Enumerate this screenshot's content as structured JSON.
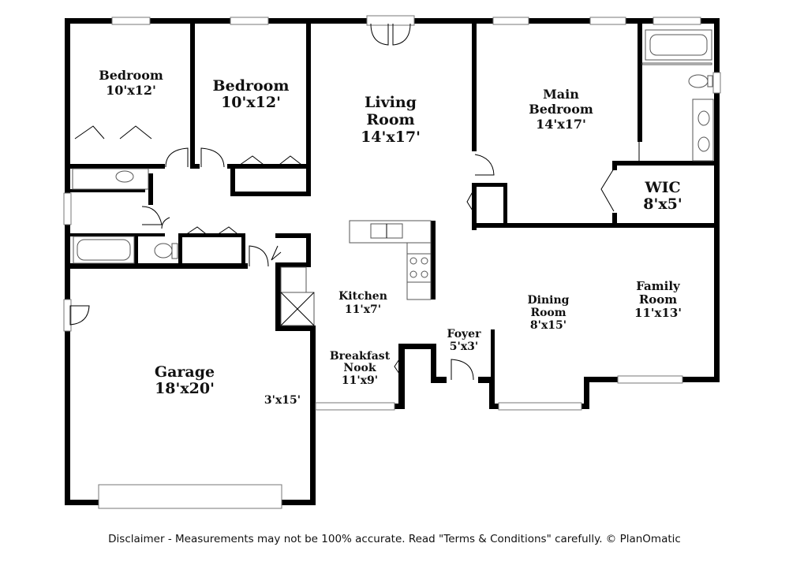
{
  "rooms": {
    "bedroom_1": {
      "name": "Bedroom",
      "size": "10'x12'"
    },
    "bedroom_2": {
      "name": "Bedroom",
      "size": "10'x12'"
    },
    "living": {
      "name_line1": "Living",
      "name_line2": "Room",
      "size": "14'x17'"
    },
    "main_bedroom": {
      "name_line1": "Main",
      "name_line2": "Bedroom",
      "size": "14'x17'"
    },
    "wic": {
      "name": "WIC",
      "size": "8'x5'"
    },
    "kitchen": {
      "name": "Kitchen",
      "size": "11'x7'"
    },
    "dining": {
      "name_line1": "Dining",
      "name_line2": "Room",
      "size": "8'x15'"
    },
    "family": {
      "name_line1": "Family",
      "name_line2": "Room",
      "size": "11'x13'"
    },
    "foyer": {
      "name": "Foyer",
      "size": "5'x3'"
    },
    "breakfast": {
      "name_line1": "Breakfast",
      "name_line2": "Nook",
      "size": "11'x9'"
    },
    "garage": {
      "name": "Garage",
      "size": "18'x20'"
    },
    "storage": {
      "size": "3'x15'"
    }
  },
  "disclaimer": "Disclaimer - Measurements may not be 100% accurate. Read \"Terms & Conditions\" carefully. © PlanOmatic"
}
